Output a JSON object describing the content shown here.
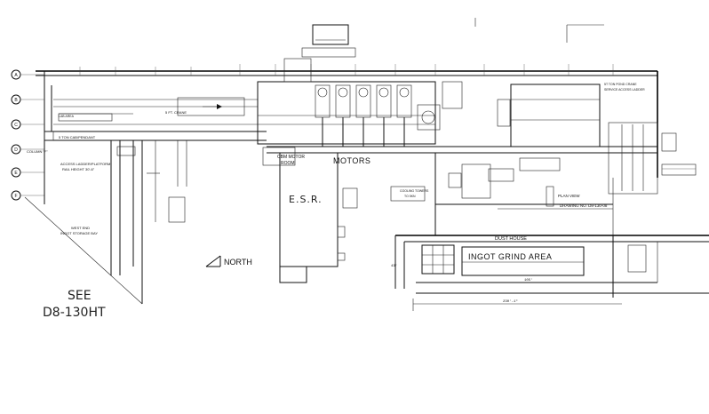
{
  "labels": {
    "esr": "E.S.R.",
    "motors": "MOTORS",
    "cbm_motor_room": [
      "CBM MOTOR",
      "ROOM"
    ],
    "north": "NORTH",
    "ingot_grind_area": "INGOT GRIND AREA",
    "dust_house": "DUST HOUSE",
    "see": "SEE",
    "see_ref": "D8-130HT",
    "plan_view": "PLAN VIEW",
    "drawing_no": "DRAWING NO. D8-130-08",
    "west_end": [
      "WEST END",
      "INGOT STORAGE BAY"
    ],
    "access_ladder": [
      "ACCESS LADDER/PLATFORM",
      "RAIL HEIGHT 30'-6\""
    ],
    "column": "COLUMN \"F\"",
    "pendant": "5 TON CAB/PENDANT",
    "ft_crane": "5 FT. CRANE",
    "cooling_towers": [
      "COOLING TOWERS",
      "TO 5KN"
    ],
    "pond_crane": [
      "5T TON POND CRANE",
      "SERVICE ACCESS LADDER"
    ],
    "lab_area": "LAB AREA"
  },
  "grid_bubbles": [
    "A",
    "B",
    "C",
    "D",
    "E",
    "F"
  ],
  "dimensions": {
    "d1": "43'",
    "d2": "105'",
    "d3": "230'-1\""
  }
}
